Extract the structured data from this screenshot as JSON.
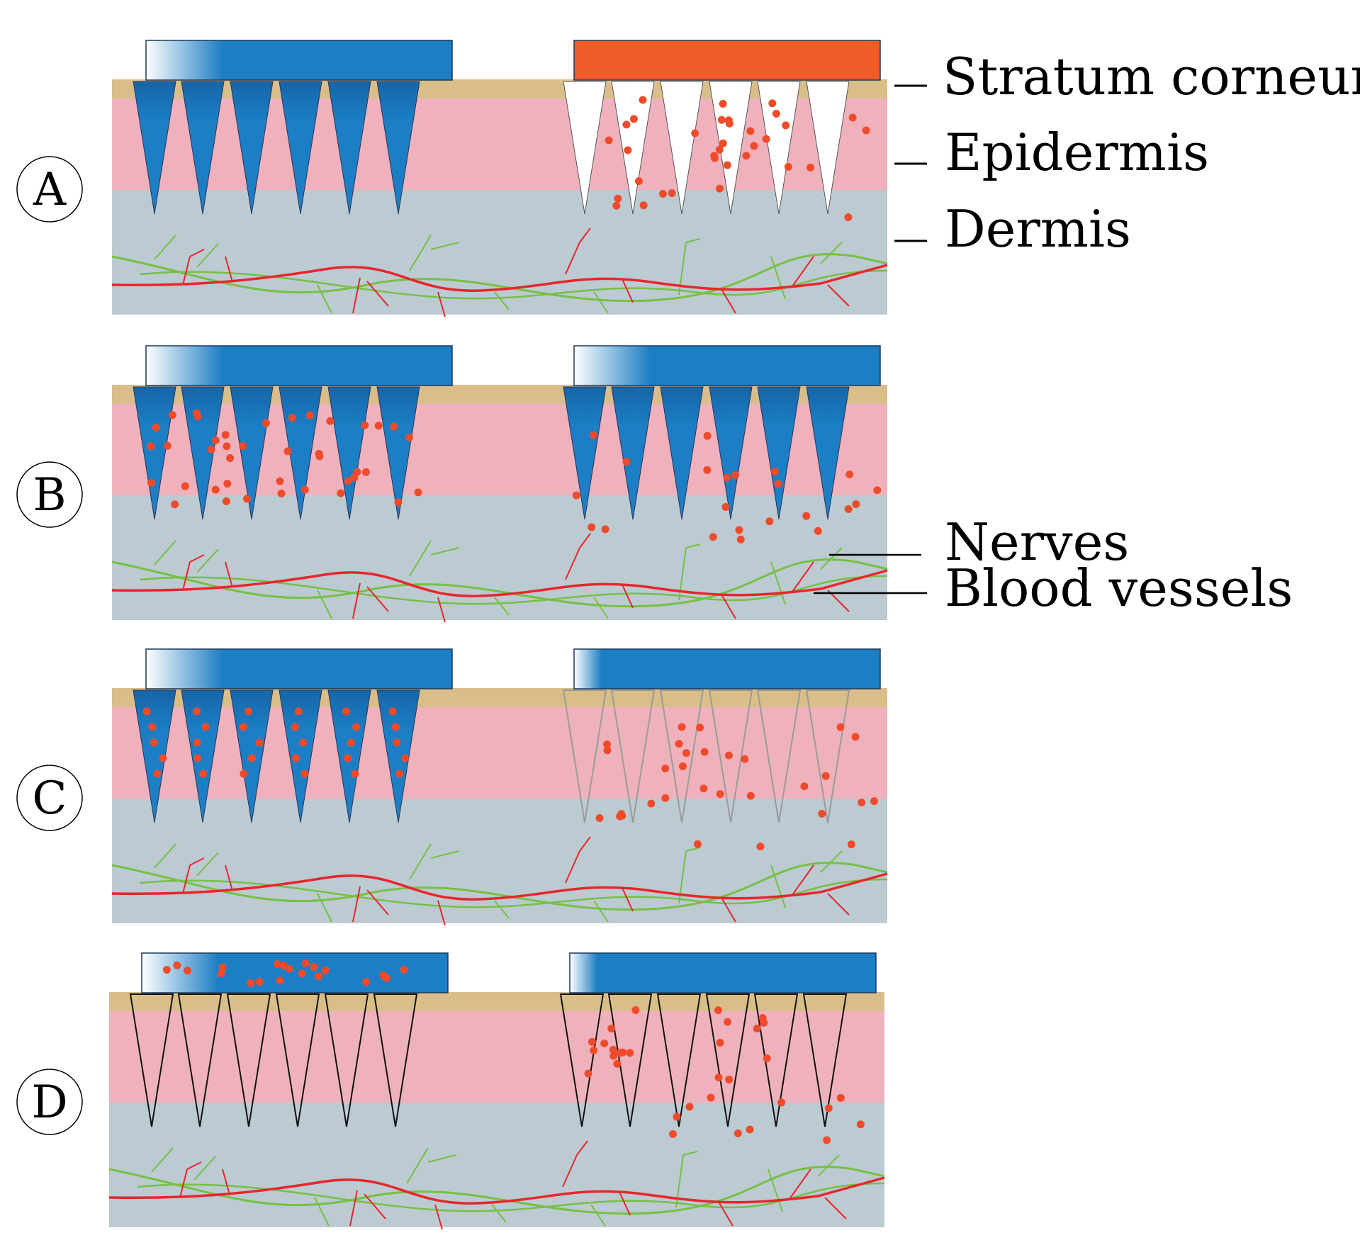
{
  "panels": [
    {
      "letter": "A",
      "left_type": "solid-coated",
      "right_type": "hollow-red-base"
    },
    {
      "letter": "B",
      "left_type": "solid-released",
      "right_type": "solid-poked"
    },
    {
      "letter": "C",
      "left_type": "dissolving-loaded",
      "right_type": "dissolved-outline"
    },
    {
      "letter": "D",
      "left_type": "hollow-reservoir",
      "right_type": "hollow-released"
    }
  ],
  "layer_labels": {
    "stratum_corneum": "Stratum corneum",
    "epidermis": "Epidermis",
    "dermis": "Dermis",
    "nerves": "Nerves",
    "blood_vessels": "Blood vessels"
  },
  "colors": {
    "stratum_corneum": "#d9be8a",
    "epidermis": "#efb2bd",
    "dermis": "#bccad2",
    "needle_blue": "#1c7ec4",
    "patch_red": "#f15a29",
    "drug_dot": "#ef4b2b",
    "nerve": "#76c043",
    "vessel": "#e8262b",
    "outline_gray": "#9a9a9a"
  }
}
